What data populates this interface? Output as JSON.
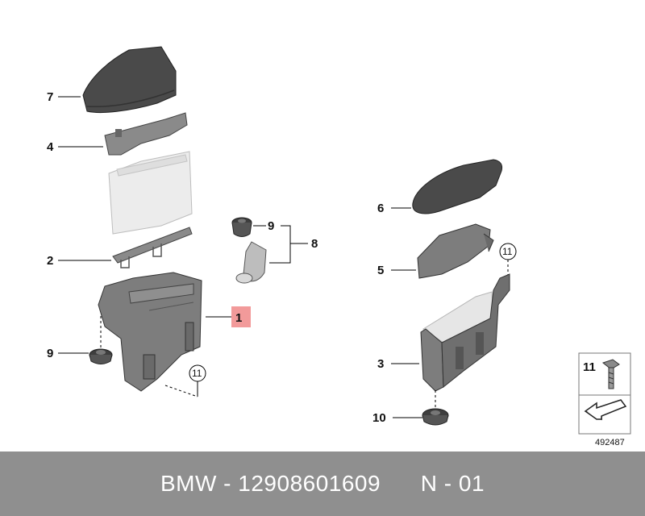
{
  "callouts": {
    "c7": "7",
    "c4": "4",
    "c2": "2",
    "c9_left": "9",
    "c1": "1",
    "c11_left": "11",
    "c9_right": "9",
    "c8": "8",
    "c6": "6",
    "c5": "5",
    "c11_right": "11",
    "c3": "3",
    "c10": "10"
  },
  "legend": {
    "bolt_number": "11",
    "reference_id": "492487"
  },
  "footer": {
    "brand": "BMW",
    "separator1": " - ",
    "part_number": "12908601609",
    "gap": "      ",
    "code_prefix": "N",
    "separator2": " - ",
    "code_suffix": "01"
  },
  "colors": {
    "part_dark": "#4a4a4a",
    "part_medium": "#7d7d7d",
    "part_light": "#d9d9d9",
    "highlight_box": "#f29a9a",
    "footer_bg": "#8f8f8f",
    "footer_text": "#ffffff"
  }
}
